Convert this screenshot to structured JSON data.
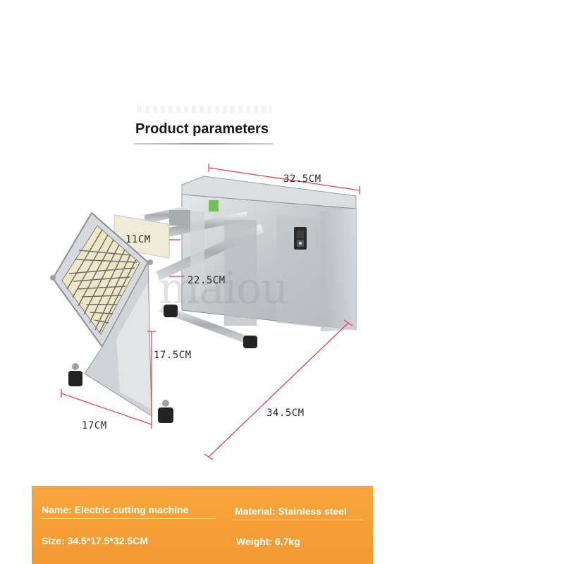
{
  "header": {
    "title": "Product parameters"
  },
  "dimensions": {
    "top_length": "32.5CM",
    "inlet_width": "11CM",
    "middle_depth": "22.5CM",
    "leg_height": "17.5CM",
    "base_width": "17CM",
    "total_length": "34.5CM"
  },
  "watermark": "maiou",
  "specs": {
    "name": "Name: Electric cutting machine",
    "material": "Material: Stainless steel",
    "size": "Size: 34.5*17.5*32.5CM",
    "weight": "Weight: 6.7kg"
  },
  "colors": {
    "spec_panel": "#f5a03a",
    "dimension_line": "#e8415a",
    "steel": "#c9ccd0"
  }
}
